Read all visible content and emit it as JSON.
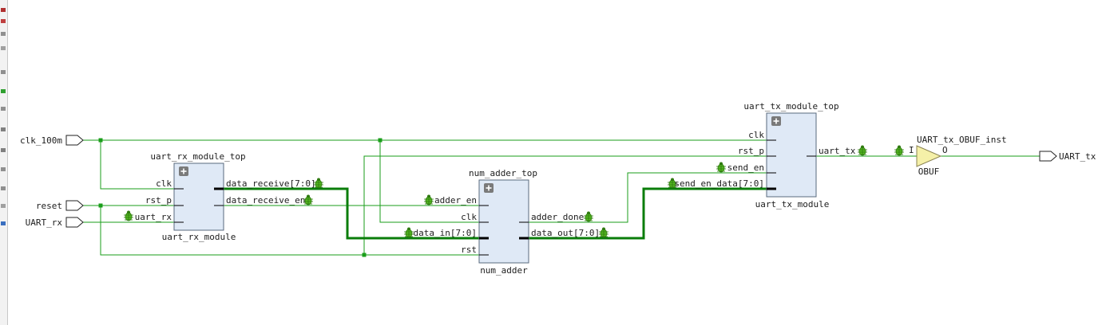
{
  "top_ports": {
    "inputs": [
      "clk_100m",
      "reset",
      "UART_rx"
    ],
    "outputs": [
      "UART_tx"
    ]
  },
  "cells": {
    "uart_rx": {
      "instance": "uart_rx_module_top",
      "type": "uart_rx_module",
      "inputs": [
        "clk",
        "rst_p",
        "uart_rx"
      ],
      "outputs": [
        "data_receive[7:0]",
        "data_receive_en"
      ]
    },
    "adder": {
      "instance": "num_adder_top",
      "type": "num_adder",
      "inputs": [
        "adder_en",
        "clk",
        "data_in[7:0]",
        "rst"
      ],
      "outputs": [
        "adder_done",
        "data_out[7:0]"
      ]
    },
    "uart_tx": {
      "instance": "uart_tx_module_top",
      "type": "uart_tx_module",
      "inputs": [
        "clk",
        "rst_p",
        "send_en",
        "send_en_data[7:0]"
      ],
      "outputs": [
        "uart_tx"
      ]
    },
    "obuf": {
      "instance": "UART_tx_OBUF_inst",
      "type": "OBUF",
      "in_pin": "I",
      "out_pin": "O"
    }
  },
  "colors": {
    "net": "#1a9e1a",
    "bus": "#0a7d0a",
    "block_fill": "#dfe9f6",
    "buffer_fill": "#f5f0a8",
    "debug_icon": "#55bb22"
  },
  "icons": {
    "expand": "plus-icon",
    "debug": "bug-icon"
  }
}
